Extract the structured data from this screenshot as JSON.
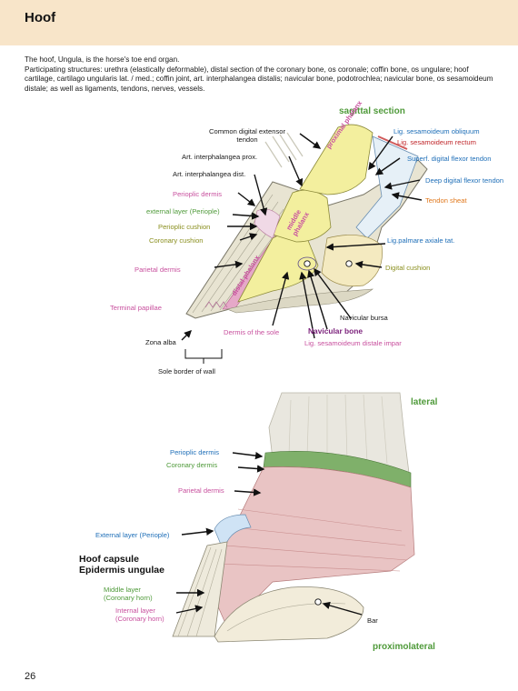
{
  "title": "Hoof",
  "intro": {
    "line1": "The hoof, Ungula, is the horse's toe end organ.",
    "line2": "Participating structures: urethra (elastically deformable), distal section of the coronary bone, os coronale; coffin bone, os ungulare; hoof cartilage, cartilago ungularis lat. / med.; coffin joint, art. interphalangea distalis; navicular bone, podotrochlea; navicular bone, os sesamoideum distale; as well as ligaments, tendons, nerves, vessels."
  },
  "sagittal": {
    "heading": "sagittal section",
    "bone_labels": {
      "proximal": "proximal phalanx",
      "middle_1": "middle",
      "middle_2": "phalanx",
      "distal": "distal phalanx"
    },
    "labels": {
      "extensor_1": "Common digital extensor",
      "extensor_2": "tendon",
      "art_prox": "Art. interphalangea prox.",
      "art_dist": "Art. interphalangea dist.",
      "perioplic_dermis": "Perioplic dermis",
      "external_layer": "external layer (Periople)",
      "perioplic_cushion": "Perioplic cushion",
      "coronary_cushion": "Coronary cushion",
      "parietal_dermis": "Parietal dermis",
      "terminal_papillae": "Terminal papillae",
      "zona_alba": "Zona alba",
      "sole_border": "Sole border of wall",
      "dermis_sole": "Dermis of the sole",
      "navicular_bone": "Navicular bone",
      "navicular_bursa": "Navicular bursa",
      "lig_impar": "Lig. sesamoideum distale impar",
      "lig_obliquum": "Lig. sesamoideum obliquum",
      "lig_rectum": "Lig. sesamoideum rectum",
      "superf_flexor": "Superf. digital flexor tendon",
      "deep_flexor": "Deep digital flexor tendon",
      "tendon_sheat": "Tendon sheat",
      "lig_palmare": "Lig.palmare axiale tat.",
      "digital_cushion": "Digital cushion"
    }
  },
  "lateral": {
    "heading_lateral": "lateral",
    "heading_proximolateral": "proximolateral",
    "labels": {
      "perioplic_dermis": "Perioplic dermis",
      "coronary_dermis": "Coronary dermis",
      "parietal_dermis": "Parietal dermis",
      "external_layer": "External layer (Periople)",
      "capsule_1": "Hoof capsule",
      "capsule_2": "Epidermis ungulae",
      "middle_1": "Middle layer",
      "middle_2": "(Coronary horn)",
      "internal_1": "Internal layer",
      "internal_2": "(Coronary horn)",
      "bar": "Bar"
    }
  },
  "page_number": "26",
  "colors": {
    "header_bg": "#f8e5c9",
    "green": "#4f9a3a",
    "olive": "#8a8f1e",
    "pink": "#c8509e",
    "blue": "#1f6fb8",
    "red": "#c0282c",
    "orange": "#e0781c",
    "purple": "#7a1f7a"
  }
}
